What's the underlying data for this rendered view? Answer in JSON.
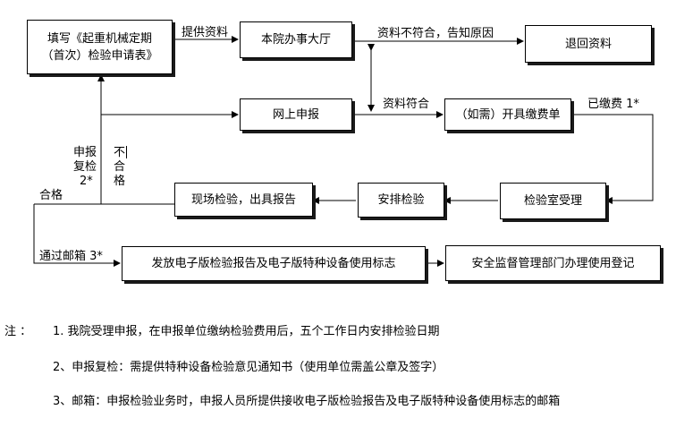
{
  "boxes": {
    "application_form_line1": "填写《起重机械定期",
    "application_form_line2": "（首次）检验申请表》",
    "hall": "本院办事大厅",
    "return_materials": "退回资料",
    "online_apply": "网上申报",
    "fee_invoice": "（如需）开具缴费单",
    "lab_accept": "检验室受理",
    "arrange_inspection": "安排检验",
    "site_inspection": "现场检验，出具报告",
    "issue_report": "发放电子版检验报告及电子版特种设备使用标志",
    "registration": "安全监督管理部门办理使用登记"
  },
  "labels": {
    "provide_materials": "提供资料",
    "materials_not_ok": "资料不符合，告知原因",
    "materials_ok": "资料符合",
    "fee_paid": "已缴费 1*",
    "reinspection": [
      "申报",
      "复检",
      "2*"
    ],
    "unqualified": [
      "不",
      "合",
      "格"
    ],
    "qualified": "合格",
    "via_email": "通过邮箱 3*"
  },
  "notes": {
    "prefix": "注 ：",
    "note1": "1. 我院受理申报，在申报单位缴纳检验费用后，五个工作日内安排检验日期",
    "note2": "2、申报复检：需提供特种设备检验意见通知书（使用单位需盖公章及签字）",
    "note3": "3、邮箱：申报检验业务时，申报人员所提供接收电子版检验报告及电子版特种设备使用标志的邮箱"
  }
}
